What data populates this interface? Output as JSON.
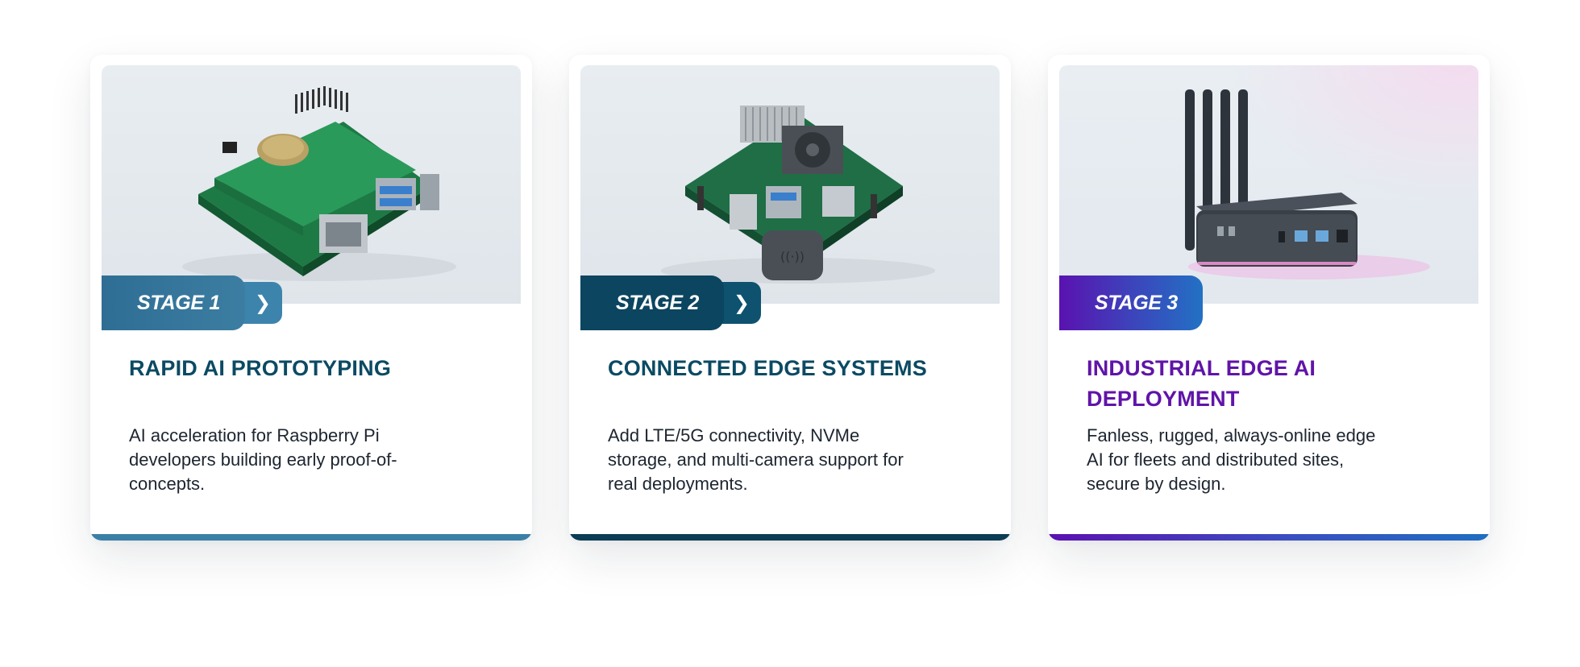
{
  "cards": [
    {
      "stage": "STAGE 1",
      "title": "RAPID AI PROTOTYPING",
      "description": "AI acceleration for Raspberry Pi developers building early proof-of-concepts.",
      "image_subject": "raspberry-pi-ai-hat-board",
      "accent_color": "#3a7fa6"
    },
    {
      "stage": "STAGE 2",
      "title": "CONNECTED EDGE SYSTEMS",
      "description": "Add LTE/5G connectivity, NVMe storage, and multi-camera support for real deployments.",
      "image_subject": "carrier-board-with-fan",
      "accent_color": "#0b3d55"
    },
    {
      "stage": "STAGE 3",
      "title": "INDUSTRIAL EDGE AI DEPLOYMENT",
      "description": "Fanless, rugged, always-online edge AI for fleets and distributed sites, secure by design.",
      "image_subject": "rugged-gateway-with-antennas",
      "accent_color": "#5b11b0"
    }
  ],
  "icons": {
    "arrow": "chevron-right-icon"
  }
}
